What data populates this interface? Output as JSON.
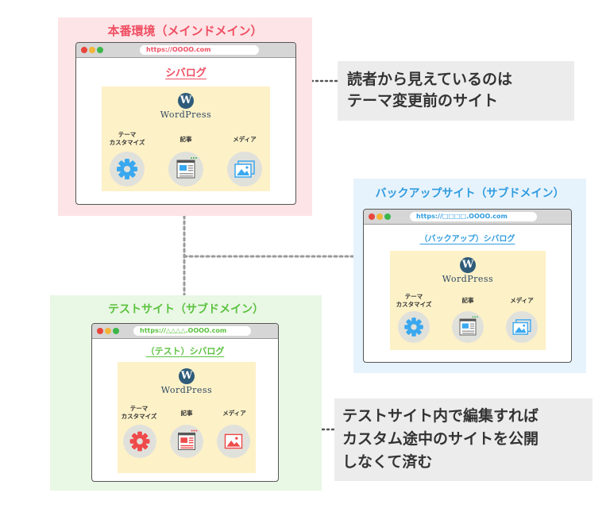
{
  "colors": {
    "production_bg": "#fde4e6",
    "production_title": "#ef4f63",
    "backup_bg": "#e7f3fc",
    "backup_title": "#2f9be0",
    "test_bg": "#e9f7e5",
    "test_title": "#5bc23f",
    "icon_blue": "#3aa8ef",
    "icon_red": "#ef4a4a",
    "connector": "#9a9a9a"
  },
  "environments": {
    "production": {
      "title": "本番環境（メインドメイン）",
      "url": "https://OOOO.com",
      "site_title": "シバログ",
      "wordpress_logo": "WordPress",
      "features": {
        "theme": "テーマ\nカスタマイズ",
        "posts": "記事",
        "media": "メディア"
      }
    },
    "backup": {
      "title": "バックアップサイト（サブドメイン）",
      "url": "https://□□□□.OOOO.com",
      "site_title": "（バックアップ）シバログ",
      "wordpress_logo": "WordPress",
      "features": {
        "theme": "テーマ\nカスタマイズ",
        "posts": "記事",
        "media": "メディア"
      }
    },
    "test": {
      "title": "テストサイト（サブドメイン）",
      "url": "https://△△△△.OOOO.com",
      "site_title": "（テスト）シバログ",
      "wordpress_logo": "WordPress",
      "features": {
        "theme": "テーマ\nカスタマイズ",
        "posts": "記事",
        "media": "メディア"
      }
    }
  },
  "callouts": {
    "readers": [
      "読者から見えているのは",
      "テーマ変更前のサイト"
    ],
    "test_edit": [
      "テストサイト内で編集すれば",
      "カスタム途中のサイトを公開",
      "しなくて済む"
    ]
  },
  "icons": [
    "gear-icon",
    "article-icon",
    "image-icon",
    "arrow-left-icon"
  ]
}
